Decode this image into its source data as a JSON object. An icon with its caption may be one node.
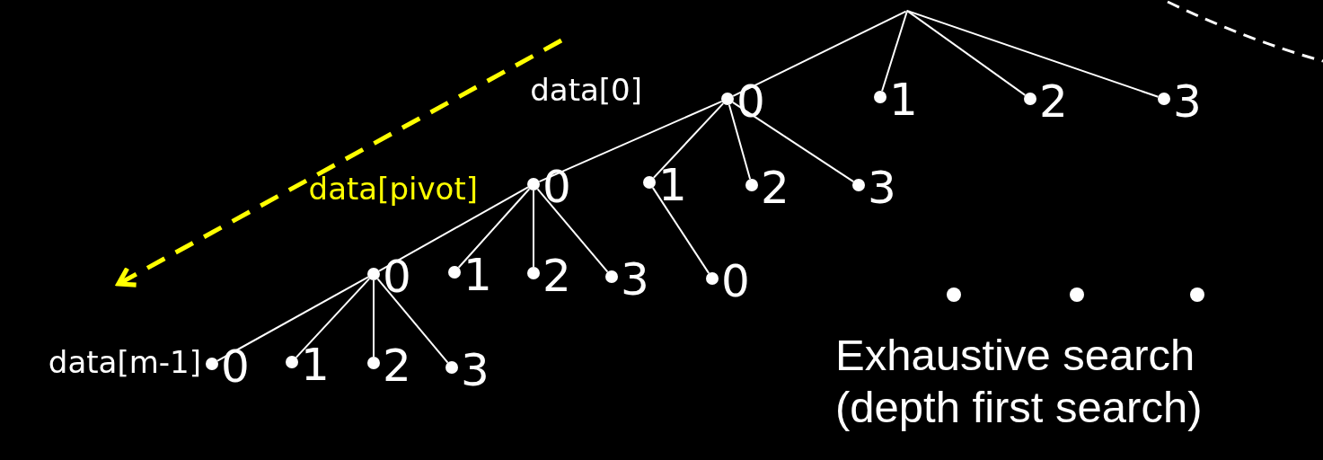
{
  "diagram": {
    "nodes": [
      {
        "text": [],
        "shape": "point"
      },
      {
        "text": [
          "0"
        ],
        "beside": [
          "data[0]"
        ]
      },
      {
        "text": [
          "1"
        ]
      },
      {
        "text": [
          "2"
        ]
      },
      {
        "text": [
          "3"
        ]
      },
      {
        "text": [
          "0"
        ],
        "beside": [
          "data[pivot]"
        ]
      },
      {
        "text": [
          "1"
        ]
      },
      {
        "text": [
          "2"
        ]
      },
      {
        "text": [
          "3"
        ]
      },
      {
        "text": [
          "0"
        ]
      },
      {
        "text": [
          "1"
        ]
      },
      {
        "text": [
          "2"
        ]
      },
      {
        "text": [
          "3"
        ]
      },
      {
        "text": [
          "0"
        ]
      },
      {
        "text": [
          "0"
        ],
        "beside": [
          "data[m-1]"
        ]
      },
      {
        "text": [
          "1"
        ]
      },
      {
        "text": [
          "2"
        ]
      },
      {
        "text": [
          "3"
        ]
      }
    ],
    "edges": [
      {
        "from": 0,
        "to": 1,
        "arrow": "none"
      },
      {
        "from": 0,
        "to": 2,
        "arrow": "none"
      },
      {
        "from": 0,
        "to": 3,
        "arrow": "none"
      },
      {
        "from": 0,
        "to": 4,
        "arrow": "none"
      },
      {
        "from": 1,
        "to": 5,
        "arrow": "none"
      },
      {
        "from": 1,
        "to": 6,
        "arrow": "none"
      },
      {
        "from": 1,
        "to": 7,
        "arrow": "none"
      },
      {
        "from": 1,
        "to": 8,
        "arrow": "none"
      },
      {
        "from": 5,
        "to": 9,
        "arrow": "none"
      },
      {
        "from": 5,
        "to": 10,
        "arrow": "none"
      },
      {
        "from": 5,
        "to": 11,
        "arrow": "none"
      },
      {
        "from": 5,
        "to": 12,
        "arrow": "none"
      },
      {
        "from": 6,
        "to": 13,
        "arrow": "none"
      },
      {
        "from": 9,
        "to": 14,
        "arrow": "none"
      },
      {
        "from": 9,
        "to": 15,
        "arrow": "none"
      },
      {
        "from": 9,
        "to": 16,
        "arrow": "none"
      },
      {
        "from": 9,
        "to": 17,
        "arrow": "none"
      }
    ],
    "labels": [
      "Exhaustive search (depth first search)"
    ]
  }
}
